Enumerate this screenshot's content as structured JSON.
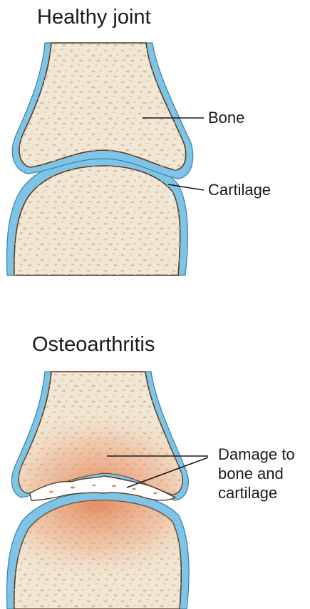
{
  "healthy": {
    "title": "Healthy joint",
    "labels": {
      "bone": "Bone",
      "cartilage": "Cartilage"
    }
  },
  "oa": {
    "title": "Osteoarthritis",
    "label_lines": [
      "Damage to",
      "bone and",
      "cartilage"
    ]
  },
  "colors": {
    "bone_fill": "#f1e7d6",
    "bone_speckle": "#e2c7a4",
    "cartilage": "#7ec4e6",
    "outline": "#5a3a22",
    "inflammation": "#e07a48",
    "leader": "#1a1a1a"
  }
}
